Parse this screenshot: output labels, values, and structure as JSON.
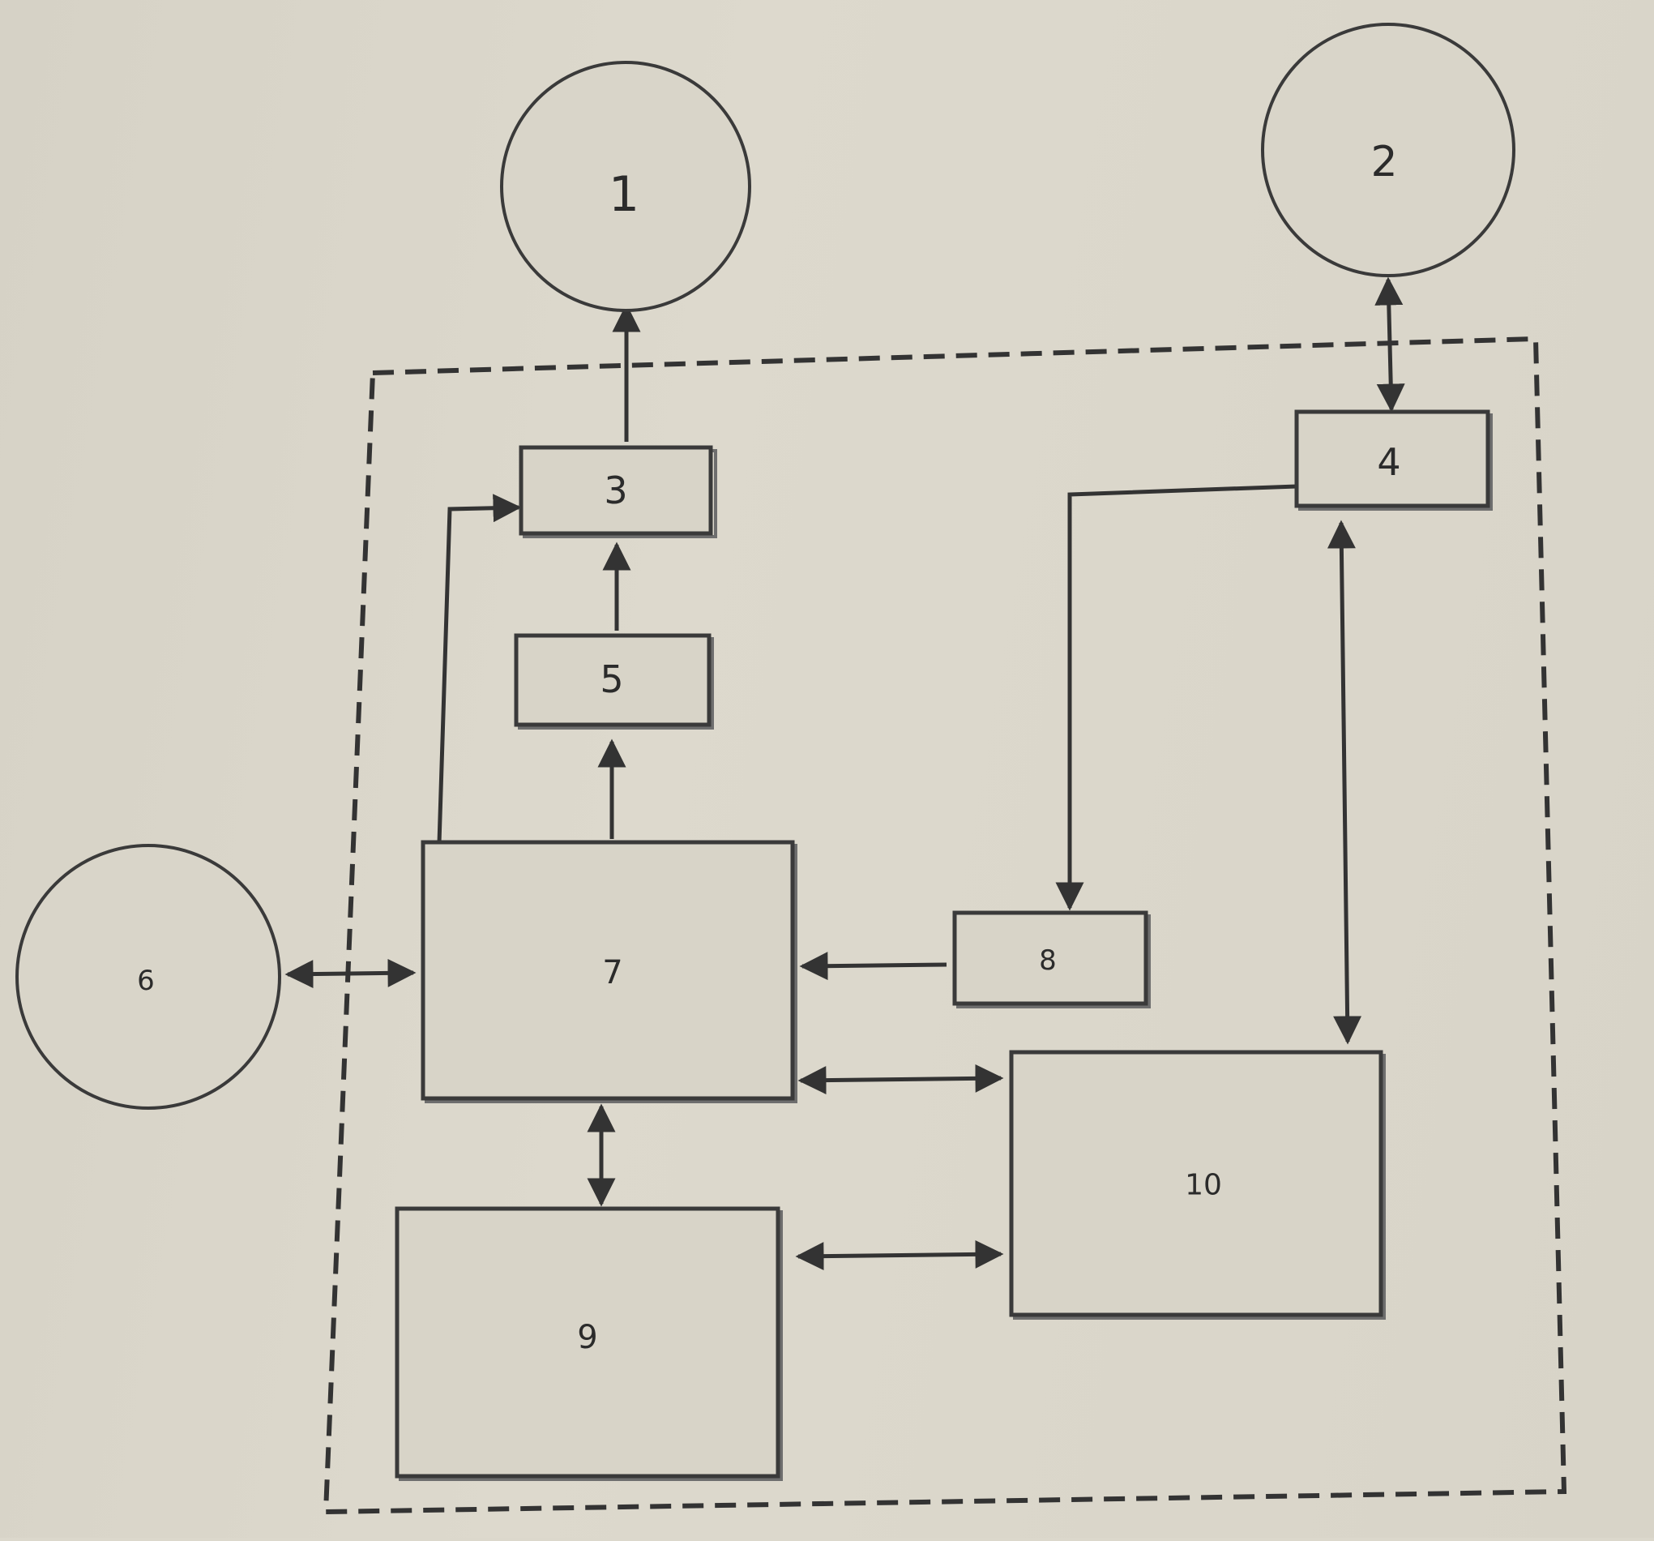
{
  "diagram": {
    "nodes": [
      {
        "id": "n1",
        "label": "1",
        "shape": "circle"
      },
      {
        "id": "n2",
        "label": "2",
        "shape": "circle"
      },
      {
        "id": "n3",
        "label": "3",
        "shape": "box"
      },
      {
        "id": "n4",
        "label": "4",
        "shape": "box"
      },
      {
        "id": "n5",
        "label": "5",
        "shape": "box"
      },
      {
        "id": "n6",
        "label": "6",
        "shape": "circle"
      },
      {
        "id": "n7",
        "label": "7",
        "shape": "box"
      },
      {
        "id": "n8",
        "label": "8",
        "shape": "box"
      },
      {
        "id": "n9",
        "label": "9",
        "shape": "box"
      },
      {
        "id": "n10",
        "label": "10",
        "shape": "box"
      }
    ],
    "edges": [
      {
        "from": "n3",
        "to": "n1",
        "direction": "forward"
      },
      {
        "from": "n5",
        "to": "n3",
        "direction": "forward"
      },
      {
        "from": "n7",
        "to": "n5",
        "direction": "forward"
      },
      {
        "from": "n7",
        "to": "n3",
        "direction": "forward"
      },
      {
        "from": "n2",
        "to": "n4",
        "direction": "both"
      },
      {
        "from": "n4",
        "to": "n8",
        "direction": "forward"
      },
      {
        "from": "n4",
        "to": "n10",
        "direction": "both"
      },
      {
        "from": "n8",
        "to": "n7",
        "direction": "forward"
      },
      {
        "from": "n6",
        "to": "n7",
        "direction": "both"
      },
      {
        "from": "n7",
        "to": "n10",
        "direction": "both"
      },
      {
        "from": "n7",
        "to": "n9",
        "direction": "both"
      },
      {
        "from": "n9",
        "to": "n10",
        "direction": "both"
      }
    ],
    "boundary": {
      "style": "dashed",
      "encloses": [
        "n3",
        "n4",
        "n5",
        "n7",
        "n8",
        "n9",
        "n10"
      ]
    }
  },
  "colors": {
    "background": "#dcd8cc",
    "ink": "#333333"
  }
}
